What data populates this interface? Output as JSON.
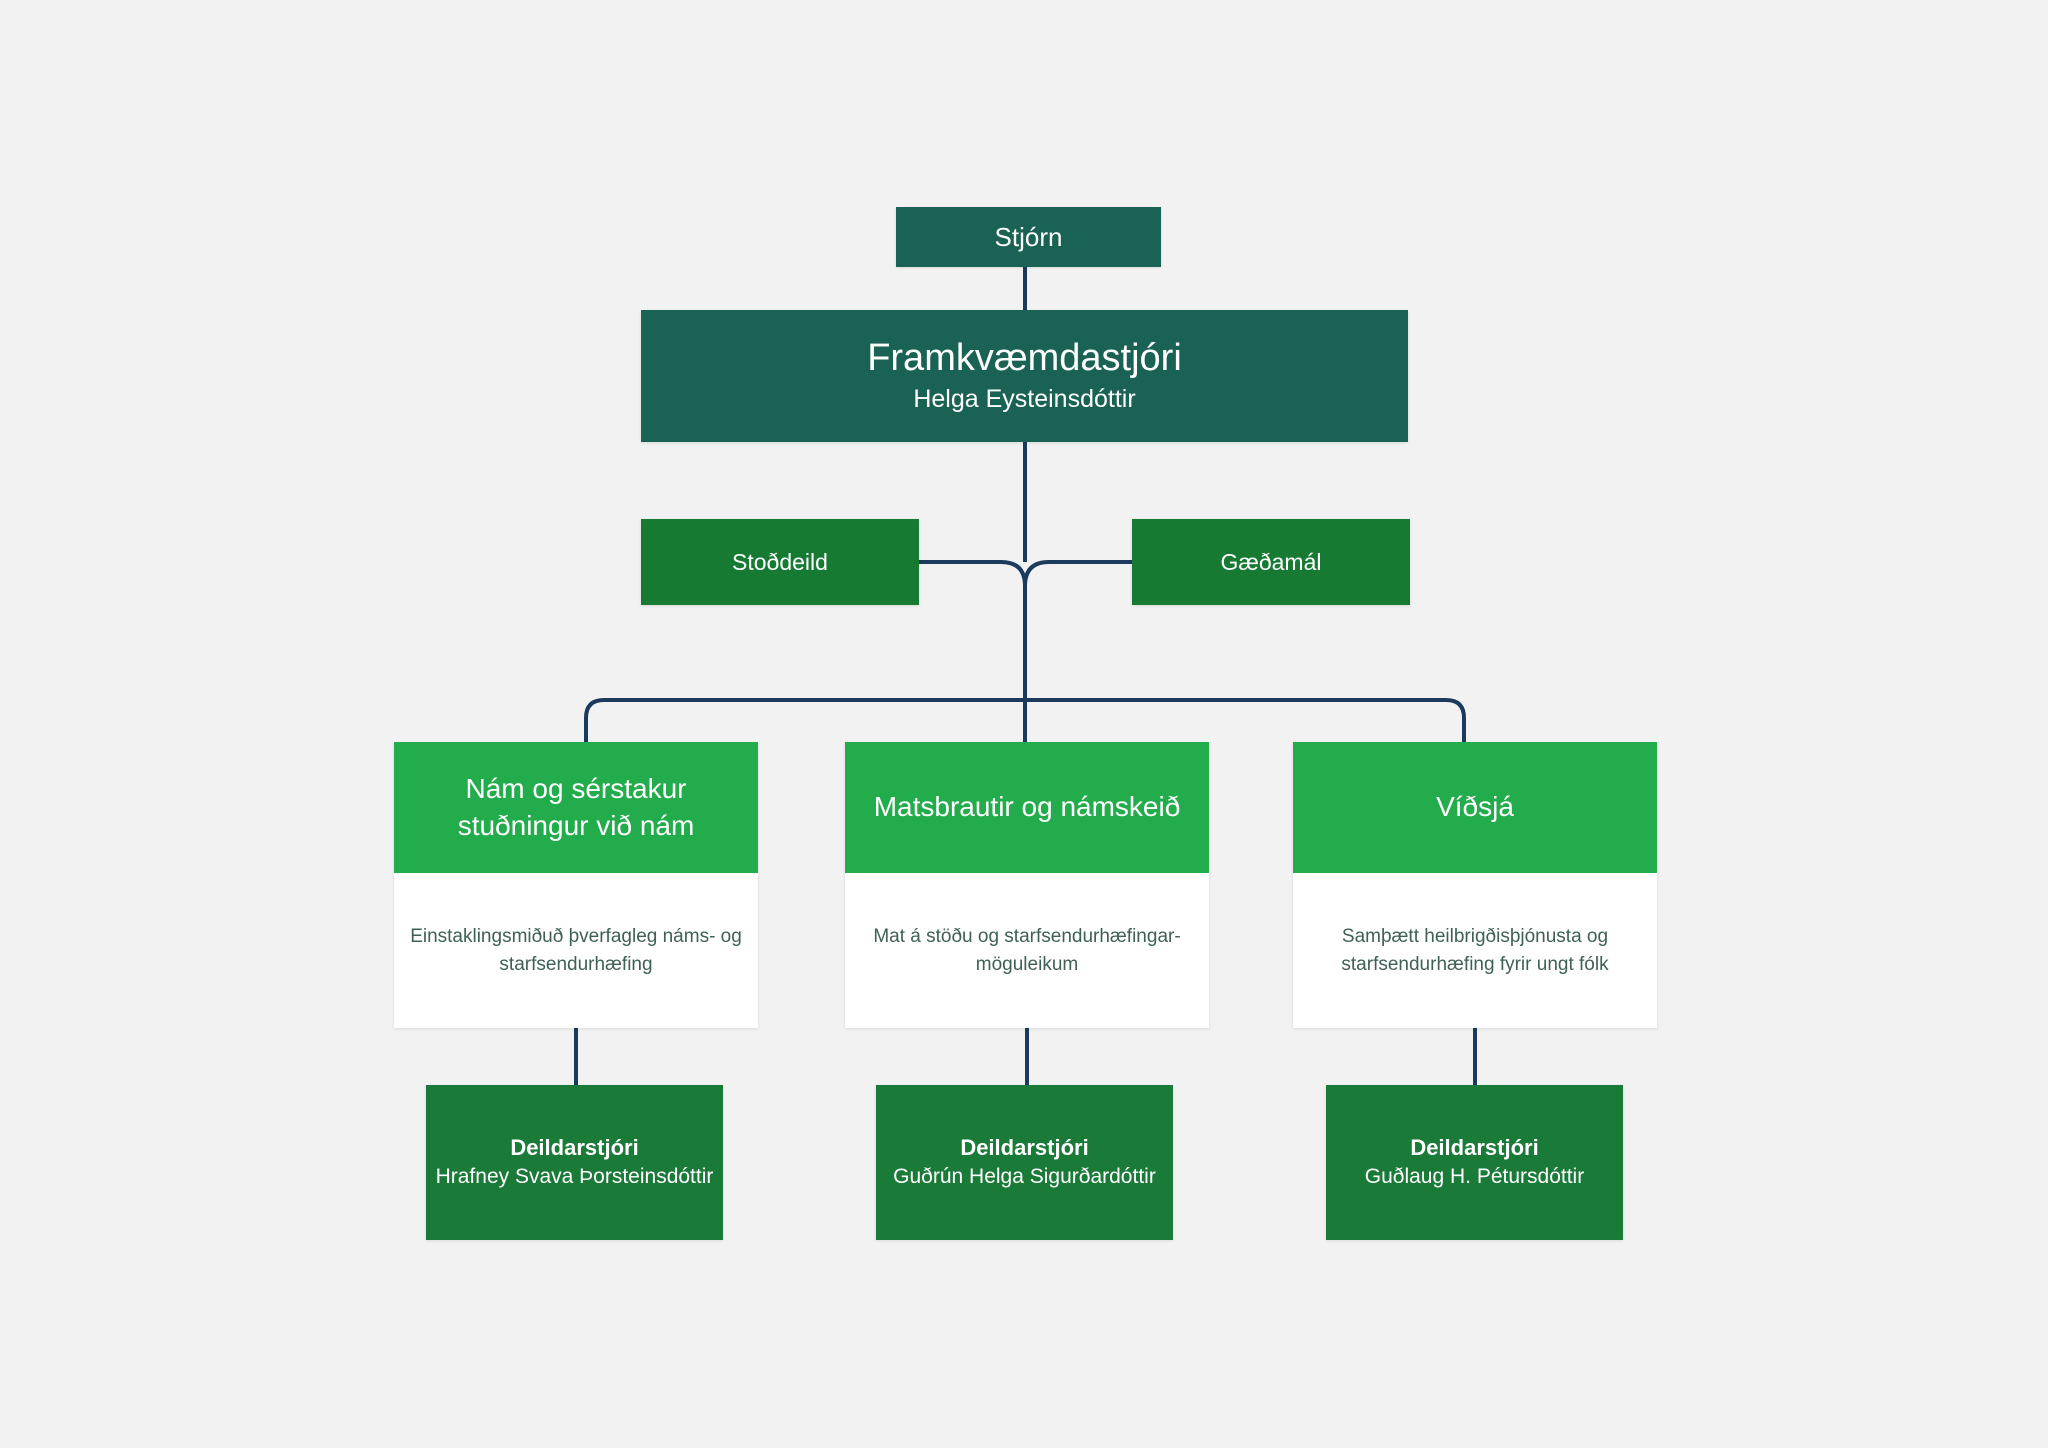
{
  "theme": {
    "background": "#f2f2f2",
    "dark_green": "#1a6253",
    "mid_green": "#167a32",
    "bright_green": "#22ac4b",
    "manager_green": "#1a7a38",
    "connector": "#1b3a5c",
    "body_text": "#3f6057",
    "white": "#ffffff"
  },
  "board": {
    "label": "Stjórn"
  },
  "executive": {
    "title": "Framkvæmdastjóri",
    "person": "Helga Eysteinsdóttir"
  },
  "support_units": [
    {
      "label": "Stoðdeild"
    },
    {
      "label": "Gæðamál"
    }
  ],
  "departments": [
    {
      "title": "Nám og sérstakur stuðningur við nám",
      "description": "Einstaklingsmiðuð þverfagleg náms- og starfsendurhæfing",
      "manager": {
        "role": "Deildarstjóri",
        "person": "Hrafney Svava Þorsteinsdóttir"
      }
    },
    {
      "title": "Matsbrautir og námskeið",
      "description": "Mat á stöðu og starfsendurhæfingar-möguleikum",
      "manager": {
        "role": "Deildarstjóri",
        "person": "Guðrún Helga Sigurðardóttir"
      }
    },
    {
      "title": "Víðsjá",
      "description": "Samþætt heilbrigðisþjónusta og starfsendurhæfing fyrir ungt fólk",
      "manager": {
        "role": "Deildarstjóri",
        "person": "Guðlaug H. Pétursdóttir"
      }
    }
  ]
}
